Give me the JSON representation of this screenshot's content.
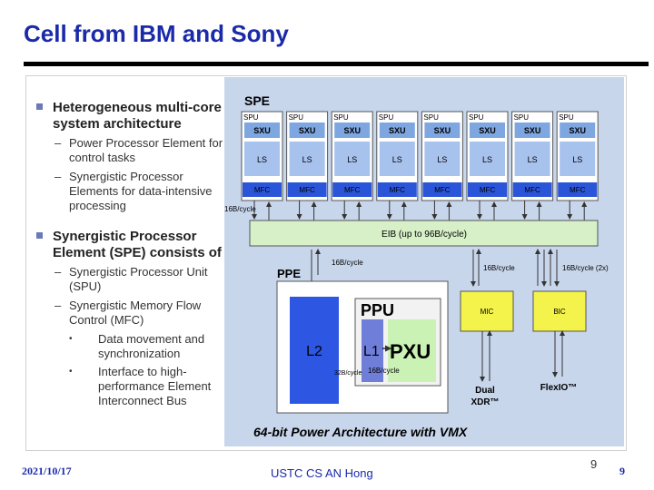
{
  "slide": {
    "title": "Cell from IBM and Sony",
    "bullets": [
      {
        "text": "Heterogeneous multi-core system architecture",
        "subs": [
          {
            "text": "Power Processor Element for control tasks"
          },
          {
            "text": "Synergistic Processor Elements for data-intensive processing"
          }
        ]
      },
      {
        "text": "Synergistic Processor Element (SPE) consists of",
        "subs": [
          {
            "text": "Synergistic Processor Unit (SPU)"
          },
          {
            "text": "Synergistic Memory Flow Control (MFC)",
            "subs": [
              {
                "text": "Data movement and synchronization"
              },
              {
                "text": "Interface to high-performance Element Interconnect Bus"
              }
            ]
          }
        ]
      }
    ],
    "dash": "–",
    "dot": "•"
  },
  "diagram": {
    "spe_label": "SPE",
    "spu_label": "SPU",
    "sxu_label": "SXU",
    "ls_label": "LS",
    "mfc_label": "MFC",
    "spe_count": 8,
    "bw_left": "16B/cycle",
    "eib_label": "EIB (up to 96B/cycle)",
    "bw_ppe": "16B/cycle",
    "bw_mic": "16B/cycle",
    "bw_bic": "16B/cycle (2x)",
    "ppe_label": "PPE",
    "ppu_label": "PPU",
    "l2_label": "L2",
    "l1_label": "L1",
    "pxu_label": "PXU",
    "bw_32": "32B/cycle",
    "bw_16": "16B/cycle",
    "mic_label": "MIC",
    "bic_label": "BIC",
    "xdr_line1": "Dual",
    "xdr_line2": "XDR™",
    "flexio_label": "FlexIO™",
    "footer_banner": "64-bit Power Architecture with VMX",
    "colors": {
      "bg": "#c8d6ec",
      "spe_box": "#ffffff",
      "sxu": "#7ea6e0",
      "ls": "#a8c2ee",
      "mfc": "#2b55d9",
      "eib": "#d8f0c8",
      "l2": "#2d56e2",
      "l1": "#6f7fd9",
      "pxu": "#c9f2b4",
      "ppu_box": "#f2f2f2",
      "mic_bic": "#f4f34c"
    }
  },
  "footer": {
    "date": "2021/10/17",
    "center": "USTC CS AN Hong",
    "page_a": "9",
    "page_b": "9"
  }
}
